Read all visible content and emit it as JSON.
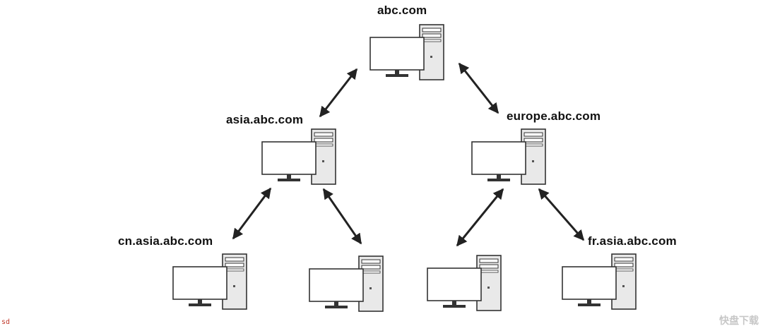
{
  "nodes": [
    {
      "id": "root",
      "label": "abc.com"
    },
    {
      "id": "asia",
      "label": "asia.abc.com"
    },
    {
      "id": "europe",
      "label": "europe.abc.com"
    },
    {
      "id": "cn-asia",
      "label": "cn.asia.abc.com"
    },
    {
      "id": "asia-child-2",
      "label": ""
    },
    {
      "id": "europe-child-1",
      "label": ""
    },
    {
      "id": "fr-asia",
      "label": "fr.asia.abc.com"
    }
  ],
  "edges": [
    {
      "from": "root",
      "to": "asia",
      "bidirectional": true
    },
    {
      "from": "root",
      "to": "europe",
      "bidirectional": true
    },
    {
      "from": "asia",
      "to": "cn-asia",
      "bidirectional": true
    },
    {
      "from": "asia",
      "to": "asia-child-2",
      "bidirectional": true
    },
    {
      "from": "europe",
      "to": "europe-child-1",
      "bidirectional": true
    },
    {
      "from": "europe",
      "to": "fr-asia",
      "bidirectional": true
    }
  ],
  "icons": {
    "node": "computer-icon",
    "edge": "double-arrow-icon"
  },
  "colors": {
    "background": "#ffffff",
    "stroke": "#222222",
    "tower": "#e9e9e9",
    "screen": "#ffffff"
  },
  "corner_text": "sd",
  "watermark": "快盘下载"
}
